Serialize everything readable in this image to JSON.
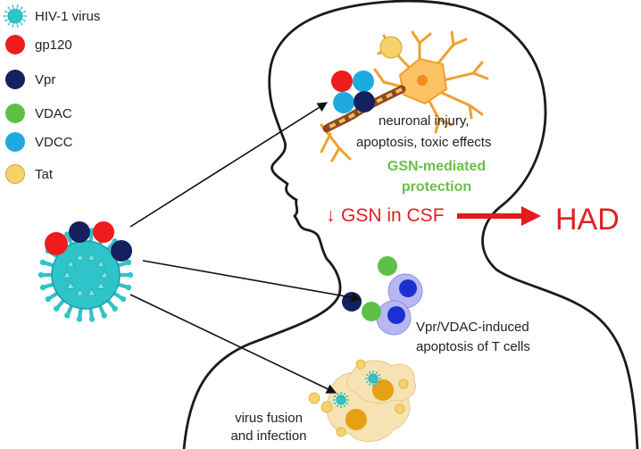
{
  "legend": [
    {
      "key": "hiv",
      "label": "HIV-1 virus",
      "color": "#2ec4c9",
      "icon": "virus-icon"
    },
    {
      "key": "gp120",
      "label": "gp120",
      "color": "#ee1c1c"
    },
    {
      "key": "vpr",
      "label": "Vpr",
      "color": "#14215e"
    },
    {
      "key": "vdac",
      "label": "VDAC",
      "color": "#5cc146"
    },
    {
      "key": "vdcc",
      "label": "VDCC",
      "color": "#1fa9e1"
    },
    {
      "key": "tat",
      "label": "Tat",
      "color": "#f7d26a"
    }
  ],
  "labels": {
    "neuronal_line1": "neuronal injury,",
    "neuronal_line2": "apoptosis, toxic effects",
    "gsn_line1": "GSN-mediated",
    "gsn_line2": "protection",
    "gsn_csf": "GSN in CSF",
    "down_arrow": "↓",
    "had": "HAD",
    "tcell_line1": "Vpr/VDAC-induced",
    "tcell_line2": "apoptosis of T cells",
    "fusion_line1": "virus fusion",
    "fusion_line2": "and infection"
  },
  "colors": {
    "gsn_green": "#6bbf4a",
    "had_red": "#e02020",
    "arrow_red": "#e51b1b",
    "outline": "#1a1a1a",
    "neuron": "#f0a030",
    "axon": "#8a4a1e",
    "tcell_ring": "#b7b8ef",
    "tcell_core": "#1c2fd0",
    "macrophage": "#f6e2b3",
    "macrophage_core": "#e8a013"
  }
}
